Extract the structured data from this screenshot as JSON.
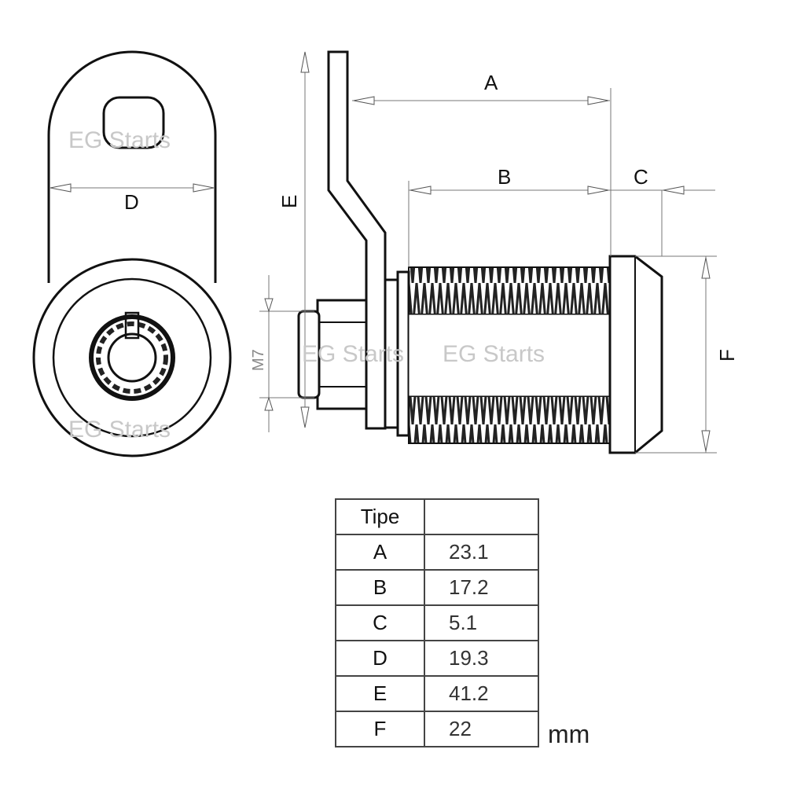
{
  "watermark": "EG Starts",
  "dimension_labels": {
    "A": "A",
    "B": "B",
    "C": "C",
    "D": "D",
    "E": "E",
    "F": "F",
    "M7": "M7"
  },
  "table": {
    "header": [
      "Tipe",
      ""
    ],
    "rows": [
      {
        "key": "A",
        "value": "23.1"
      },
      {
        "key": "B",
        "value": "17.2"
      },
      {
        "key": "C",
        "value": "5.1"
      },
      {
        "key": "D",
        "value": "19.3"
      },
      {
        "key": "E",
        "value": "41.2"
      },
      {
        "key": "F",
        "value": "22"
      }
    ]
  },
  "units": "mm"
}
